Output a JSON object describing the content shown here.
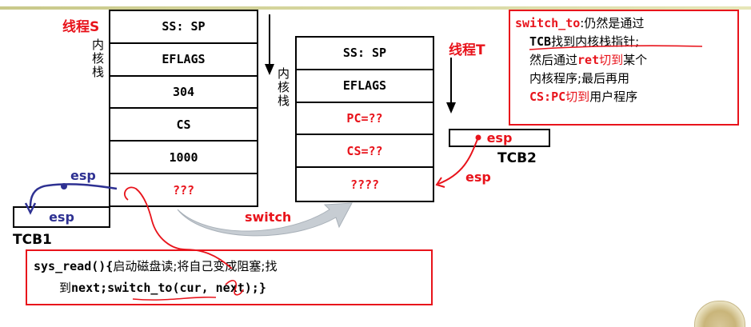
{
  "thread_s": {
    "prefix": "线程",
    "letter": "S",
    "kernel_stack_label": "内核栈",
    "cells": [
      "SS: SP",
      "EFLAGS",
      "304",
      "CS",
      "1000",
      "???"
    ]
  },
  "thread_t": {
    "prefix": "线程",
    "letter": "T",
    "kernel_stack_label": "内核栈",
    "cells": [
      "SS: SP",
      "EFLAGS",
      "PC=??",
      "CS=??",
      "????"
    ]
  },
  "tcb1": {
    "label": "TCB1",
    "field": "esp",
    "pointer_label": "esp"
  },
  "tcb2": {
    "label": "TCB2",
    "field": "esp",
    "pointer_label": "esp"
  },
  "switch_label": "switch",
  "note": {
    "lines": [
      [
        {
          "t": "switch_to",
          "style": "mono red"
        },
        {
          "t": ":仍然是通过",
          "style": "sans black"
        }
      ],
      [
        {
          "t": "TCB",
          "style": "mono black"
        },
        {
          "t": "找到内核栈指针;",
          "style": "sans black"
        }
      ],
      [
        {
          "t": "然后通过",
          "style": "sans black"
        },
        {
          "t": "ret",
          "style": "mono red"
        },
        {
          "t": "切到",
          "style": "sans red"
        },
        {
          "t": "某个",
          "style": "sans black"
        }
      ],
      [
        {
          "t": "内核程序;最后再用",
          "style": "sans black"
        }
      ],
      [
        {
          "t": "CS:PC",
          "style": "mono red"
        },
        {
          "t": "切到",
          "style": "sans red"
        },
        {
          "t": "用户程序",
          "style": "sans black"
        }
      ]
    ]
  },
  "code": {
    "lines": [
      [
        {
          "t": "sys_read(){",
          "style": "mono black"
        },
        {
          "t": "启动磁盘读;将自己变成阻塞;找",
          "style": "sans black"
        }
      ],
      [
        {
          "t": "到",
          "style": "sans black"
        },
        {
          "t": "next;switch_to(cur, next);}",
          "style": "mono black"
        }
      ]
    ]
  },
  "colors": {
    "red": "#e8131b",
    "blue": "#2e3192",
    "switch_arrow": "#b8c0c8"
  }
}
